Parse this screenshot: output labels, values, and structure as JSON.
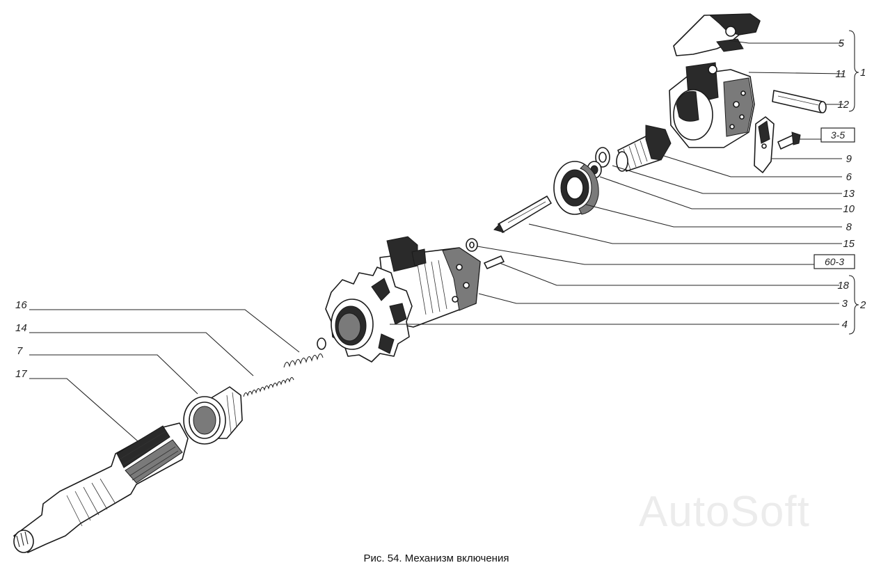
{
  "caption": "Рис. 54. Механизм включения",
  "watermark": "AutoSoft",
  "callouts": {
    "c5": "5",
    "c11": "11",
    "c12": "12",
    "c9": "9",
    "c6": "6",
    "c13": "13",
    "c10": "10",
    "c8": "8",
    "c15": "15",
    "c18": "18",
    "c3": "3",
    "c4": "4",
    "c16": "16",
    "c14": "14",
    "c7": "7",
    "c17": "17"
  },
  "groups": {
    "g1": "1",
    "g2": "2"
  },
  "references": {
    "r35": "3-5",
    "r603": "60-3"
  }
}
